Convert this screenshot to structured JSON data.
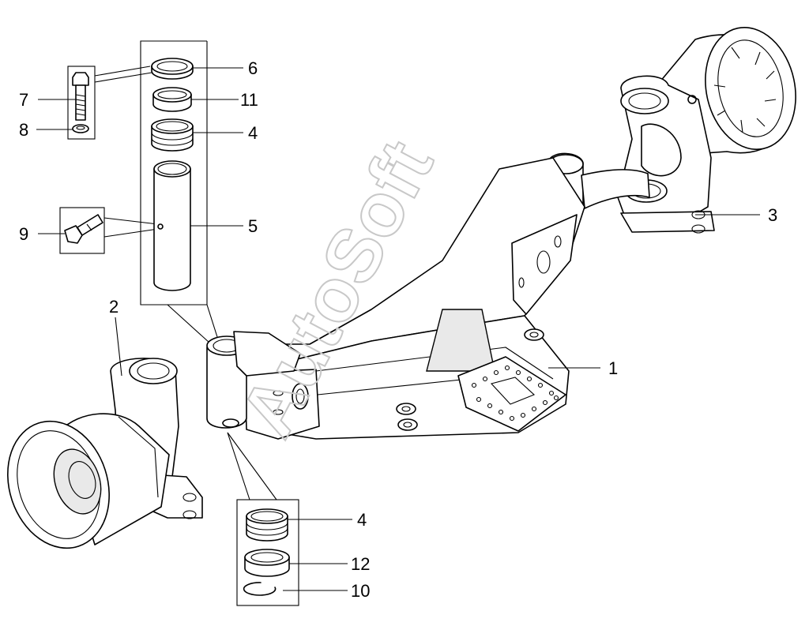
{
  "watermark": "AutoSoft",
  "callouts": [
    {
      "id": "c1",
      "label": "1"
    },
    {
      "id": "c2",
      "label": "2"
    },
    {
      "id": "c3",
      "label": "3"
    },
    {
      "id": "c4a",
      "label": "4"
    },
    {
      "id": "c5",
      "label": "5"
    },
    {
      "id": "c6",
      "label": "6"
    },
    {
      "id": "c7",
      "label": "7"
    },
    {
      "id": "c8",
      "label": "8"
    },
    {
      "id": "c9",
      "label": "9"
    },
    {
      "id": "c11",
      "label": "11"
    },
    {
      "id": "c4b",
      "label": "4"
    },
    {
      "id": "c12",
      "label": "12"
    },
    {
      "id": "c10",
      "label": "10"
    }
  ]
}
